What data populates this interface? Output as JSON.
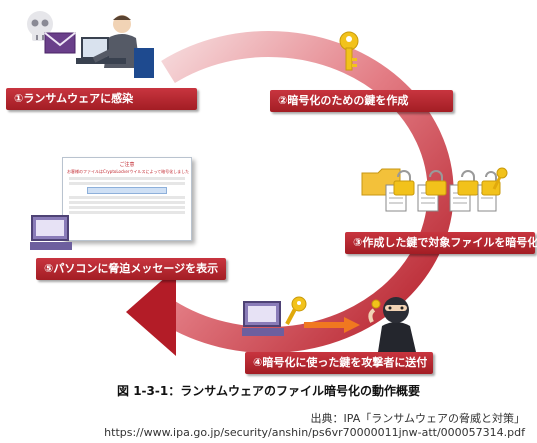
{
  "steps": {
    "s1": "①ランサムウェアに感染",
    "s2": "②暗号化のための鍵を作成",
    "s3": "③作成した鍵で対象ファイルを暗号化",
    "s4": "④暗号化に使った鍵を攻撃者に送付",
    "s5": "⑤パソコンに脅迫メッセージを表示"
  },
  "caption": "図 1-3-1：ランサムウェアのファイル暗号化の動作概要",
  "source": {
    "line1": "出典：IPA「ランサムウェアの脅威と対策」",
    "line2": "https://www.ipa.go.jp/security/anshin/ps6vr70000011jnw-att/000057314.pdf"
  },
  "ransom_note": {
    "title": "ご注意",
    "message": "お客様のファイルはCryptoLockerウイルスによって暗号化しました"
  },
  "colors": {
    "accent": "#b5212a",
    "key": "#f2c21b",
    "arrow": "#f07820",
    "folder": "#f3c13a"
  },
  "icons": {
    "infected_user": "hacker-at-laptop-icon",
    "skull": "skull-icon",
    "mail": "envelope-icon",
    "key": "key-icon",
    "lock": "padlock-icon",
    "pc": "personal-computer-icon",
    "attacker": "masked-attacker-icon"
  }
}
